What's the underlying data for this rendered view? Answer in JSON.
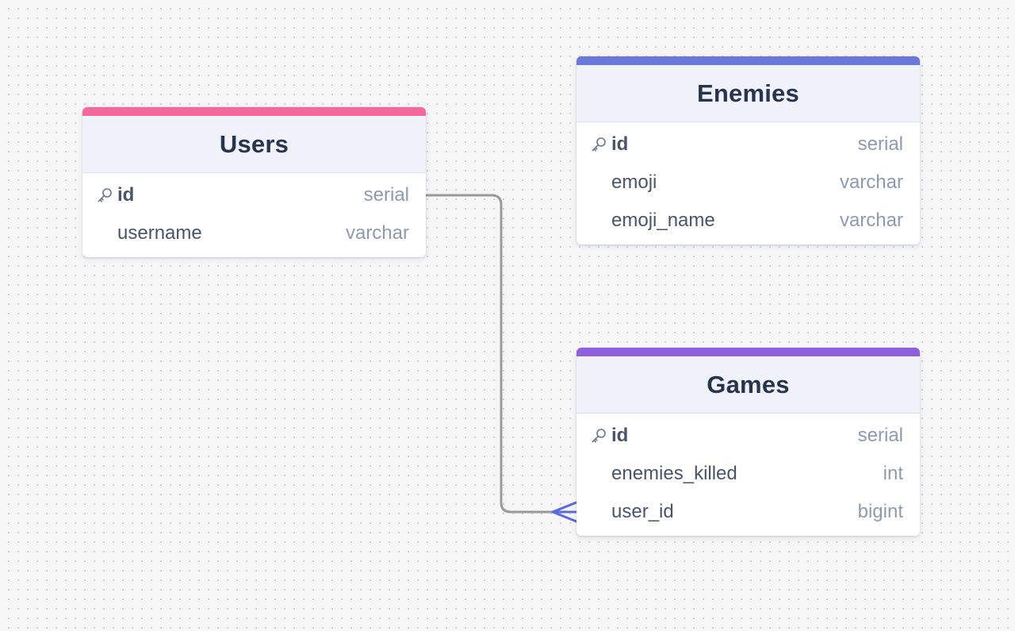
{
  "colors": {
    "users_accent": "#f5689a",
    "enemies_accent": "#6a79d6",
    "games_accent": "#8f60dc",
    "relation_line": "#9a9a9a",
    "relation_crowfoot": "#5b68de"
  },
  "icons": {
    "primary_key": "key-icon"
  },
  "tables": {
    "users": {
      "name": "Users",
      "fields": [
        {
          "name": "id",
          "type": "serial",
          "primary_key": true
        },
        {
          "name": "username",
          "type": "varchar",
          "primary_key": false
        }
      ]
    },
    "enemies": {
      "name": "Enemies",
      "fields": [
        {
          "name": "id",
          "type": "serial",
          "primary_key": true
        },
        {
          "name": "emoji",
          "type": "varchar",
          "primary_key": false
        },
        {
          "name": "emoji_name",
          "type": "varchar",
          "primary_key": false
        }
      ]
    },
    "games": {
      "name": "Games",
      "fields": [
        {
          "name": "id",
          "type": "serial",
          "primary_key": true
        },
        {
          "name": "enemies_killed",
          "type": "int",
          "primary_key": false
        },
        {
          "name": "user_id",
          "type": "bigint",
          "primary_key": false
        }
      ]
    }
  },
  "relations": [
    {
      "from": "users.id",
      "to": "games.user_id",
      "cardinality": "one-to-many"
    }
  ]
}
